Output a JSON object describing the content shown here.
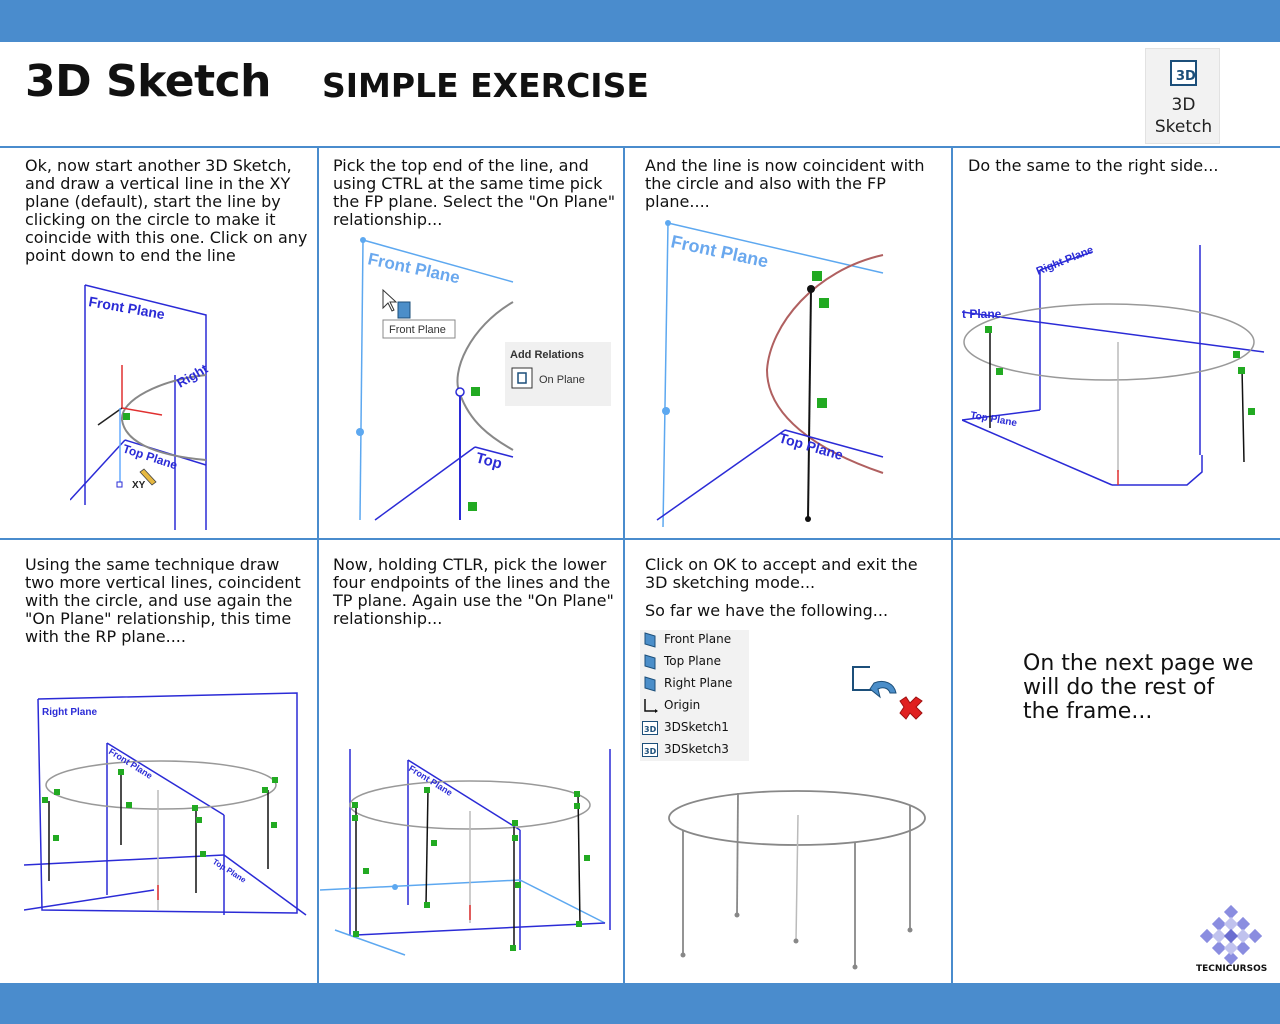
{
  "header": {
    "title": "3D Sketch",
    "subtitle": "SIMPLE EXERCISE",
    "command_button": {
      "icon_text": "3D",
      "label_line1": "3D",
      "label_line2": "Sketch"
    }
  },
  "steps": [
    {
      "text": "Ok, now start another 3D Sketch, and draw a vertical line in the XY plane (default), start the line by clicking on the circle to make it coincide with this one. Click on any point down to end the line",
      "figure_labels": {
        "front_plane": "Front Plane",
        "right": "Right",
        "top_plane": "Top Plane",
        "xy": "XY"
      }
    },
    {
      "text": "Pick the top end of the line, and using CTRL at the same time pick the FP plane. Select the \"On Plane\" relationship...",
      "figure_labels": {
        "front_plane": "Front Plane",
        "tooltip": "Front Plane",
        "top": "Top",
        "add_relations": "Add Relations",
        "on_plane": "On Plane"
      }
    },
    {
      "text": "And the line is now coincident with the circle and also with the FP plane....",
      "figure_labels": {
        "front_plane": "Front Plane",
        "top_plane": "Top Plane"
      }
    },
    {
      "text": "Do the same to the right side...",
      "figure_labels": {
        "right_plane": "Right Plane",
        "front_plane": "t Plane",
        "top_plane": "Top Plane"
      }
    },
    {
      "text": "Using the same technique draw two more vertical lines, coincident with the circle, and use again the \"On Plane\" relationship, this time with the RP plane....",
      "figure_labels": {
        "right_plane": "Right Plane",
        "front_plane": "Front Plane",
        "top_plane": "Top Plane"
      }
    },
    {
      "text": "Now, holding CTLR, pick the lower four endpoints of the lines and the TP plane. Again use the \"On Plane\" relationship...",
      "figure_labels": {
        "front_plane": "Front Plane"
      }
    },
    {
      "text": "Click on OK to accept and exit the 3D sketching mode...",
      "text2": "So far we have the following..."
    }
  ],
  "feature_tree": {
    "items": [
      {
        "label": "Front Plane",
        "icon": "plane-icon"
      },
      {
        "label": "Top Plane",
        "icon": "plane-icon"
      },
      {
        "label": "Right Plane",
        "icon": "plane-icon"
      },
      {
        "label": "Origin",
        "icon": "origin-icon"
      },
      {
        "label": "3DSketch1",
        "icon": "sketch3d-icon"
      },
      {
        "label": "3DSketch3",
        "icon": "sketch3d-icon"
      }
    ],
    "icon_text": "3D"
  },
  "closing_text": [
    "On the next page we",
    "will do the rest of",
    "the frame..."
  ],
  "logo": {
    "text": "TECNICURSOS"
  },
  "colors": {
    "band": "#4a8ccd",
    "plane": "#2b2bd6",
    "accent_green": "#22aa22",
    "cancel_red": "#e02020"
  }
}
